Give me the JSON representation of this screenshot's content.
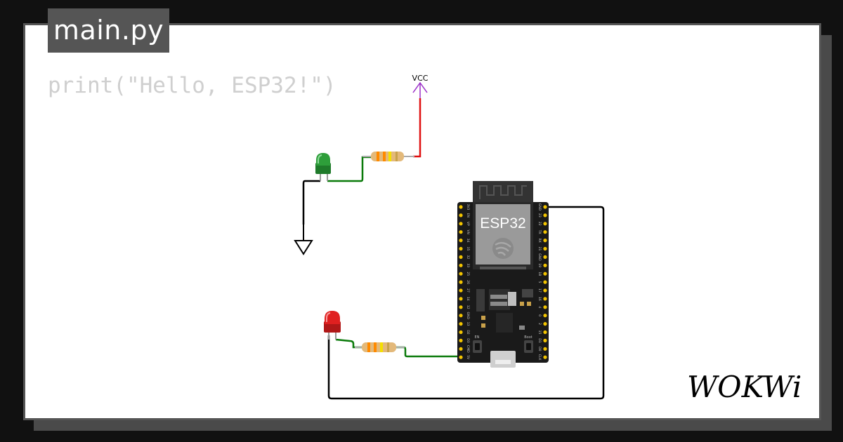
{
  "file_tab": {
    "name": "main.py"
  },
  "editor": {
    "code_line": "print(\"Hello, ESP32!\")"
  },
  "circuit": {
    "vcc_label": "VCC",
    "board_label": "ESP32",
    "board_buttons": {
      "en": "EN",
      "boot": "Boot"
    },
    "left_pin_labels": [
      "3V3",
      "EN",
      "VP",
      "VN",
      "34",
      "35",
      "32",
      "33",
      "25",
      "26",
      "27",
      "14",
      "12",
      "GND",
      "13",
      "D2",
      "D3",
      "CMD",
      "5V"
    ],
    "right_pin_labels": [
      "GND",
      "23",
      "22",
      "TX",
      "RX",
      "21",
      "GND",
      "19",
      "18",
      "5",
      "17",
      "16",
      "4",
      "0",
      "2",
      "15",
      "D1",
      "D0",
      "CLK"
    ],
    "leds": [
      {
        "name": "green-led",
        "color": "#2e9e3a"
      },
      {
        "name": "red-led",
        "color": "#e02020"
      }
    ],
    "wire_colors": {
      "power": "#e01010",
      "signal": "#0a7a0a",
      "ground": "#000000",
      "vcc_arrow": "#9b30c8"
    }
  },
  "brand": {
    "logo_text": "WOKWi"
  }
}
